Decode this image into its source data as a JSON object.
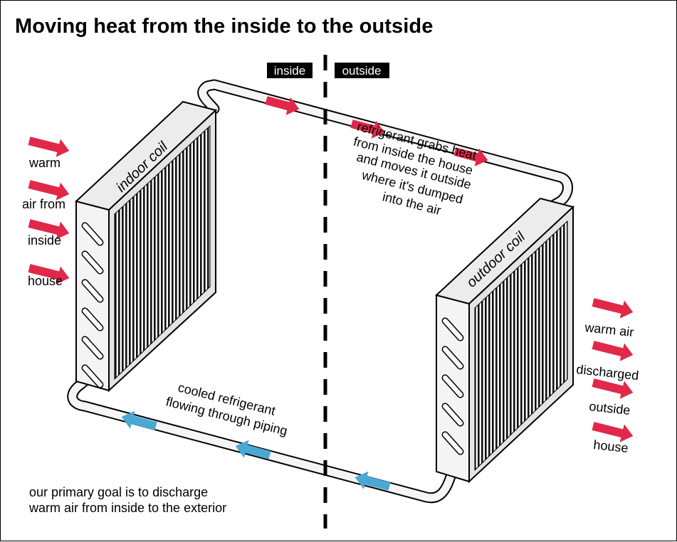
{
  "title": "Moving heat from the inside to the outside",
  "zones": {
    "inside": "inside",
    "outside": "outside"
  },
  "coils": {
    "indoor": "indoor coil",
    "outdoor": "outdoor coil"
  },
  "left_air": [
    "warm",
    "air from",
    "inside",
    "house"
  ],
  "right_air": [
    "warm air",
    "discharged",
    "outside",
    "house"
  ],
  "top_pipe_note": [
    "refrigerant grabs heat",
    "from inside the house",
    "and moves it outside",
    "where it's dumped",
    "into the air"
  ],
  "bottom_pipe_note": [
    "cooled refrigerant",
    "flowing through piping"
  ],
  "goal_note": [
    "our primary goal is to discharge",
    "warm air from inside to the exterior"
  ],
  "colors": {
    "warm_arrow": "#e0294a",
    "cool_arrow": "#4aa8d4",
    "label_bg": "#000000",
    "coil_face": "#e4e4e4",
    "coil_side": "#f4f4f4",
    "pipe_fill": "#f5f5f5"
  },
  "icons": {
    "warm_flow": "red-arrow-icon",
    "cool_flow": "blue-arrow-icon"
  }
}
